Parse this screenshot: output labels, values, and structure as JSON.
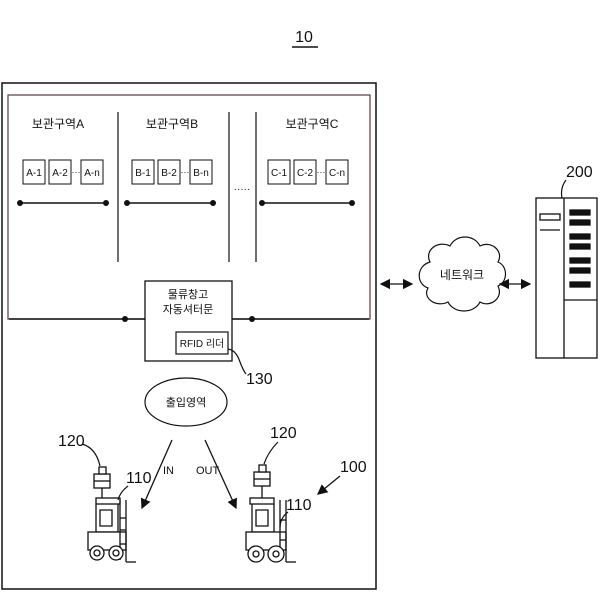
{
  "figure_number": "10",
  "zones": [
    {
      "label": "보관구역A",
      "slots": [
        "A-1",
        "A-2",
        "A-n"
      ]
    },
    {
      "label": "보관구역B",
      "slots": [
        "B-1",
        "B-2",
        "B-n"
      ]
    },
    {
      "label": "보관구역C",
      "slots": [
        "C-1",
        "C-2",
        "C-n"
      ]
    }
  ],
  "slot_ellipsis": "···",
  "zone_ellipsis": "·····",
  "shutter_door_lines": [
    "물류창고",
    "자동셔터문"
  ],
  "rfid_reader_label": "RFID 리더",
  "rfid_reader_ref": "130",
  "entry_area_label": "출입영역",
  "network_label": "네트워크",
  "server_ref": "200",
  "forklift_refs": {
    "left_tag": "120",
    "left_body": "110",
    "right_tag": "120",
    "right_body": "110",
    "system": "100"
  },
  "direction_labels": {
    "in": "IN",
    "out": "OUT"
  }
}
